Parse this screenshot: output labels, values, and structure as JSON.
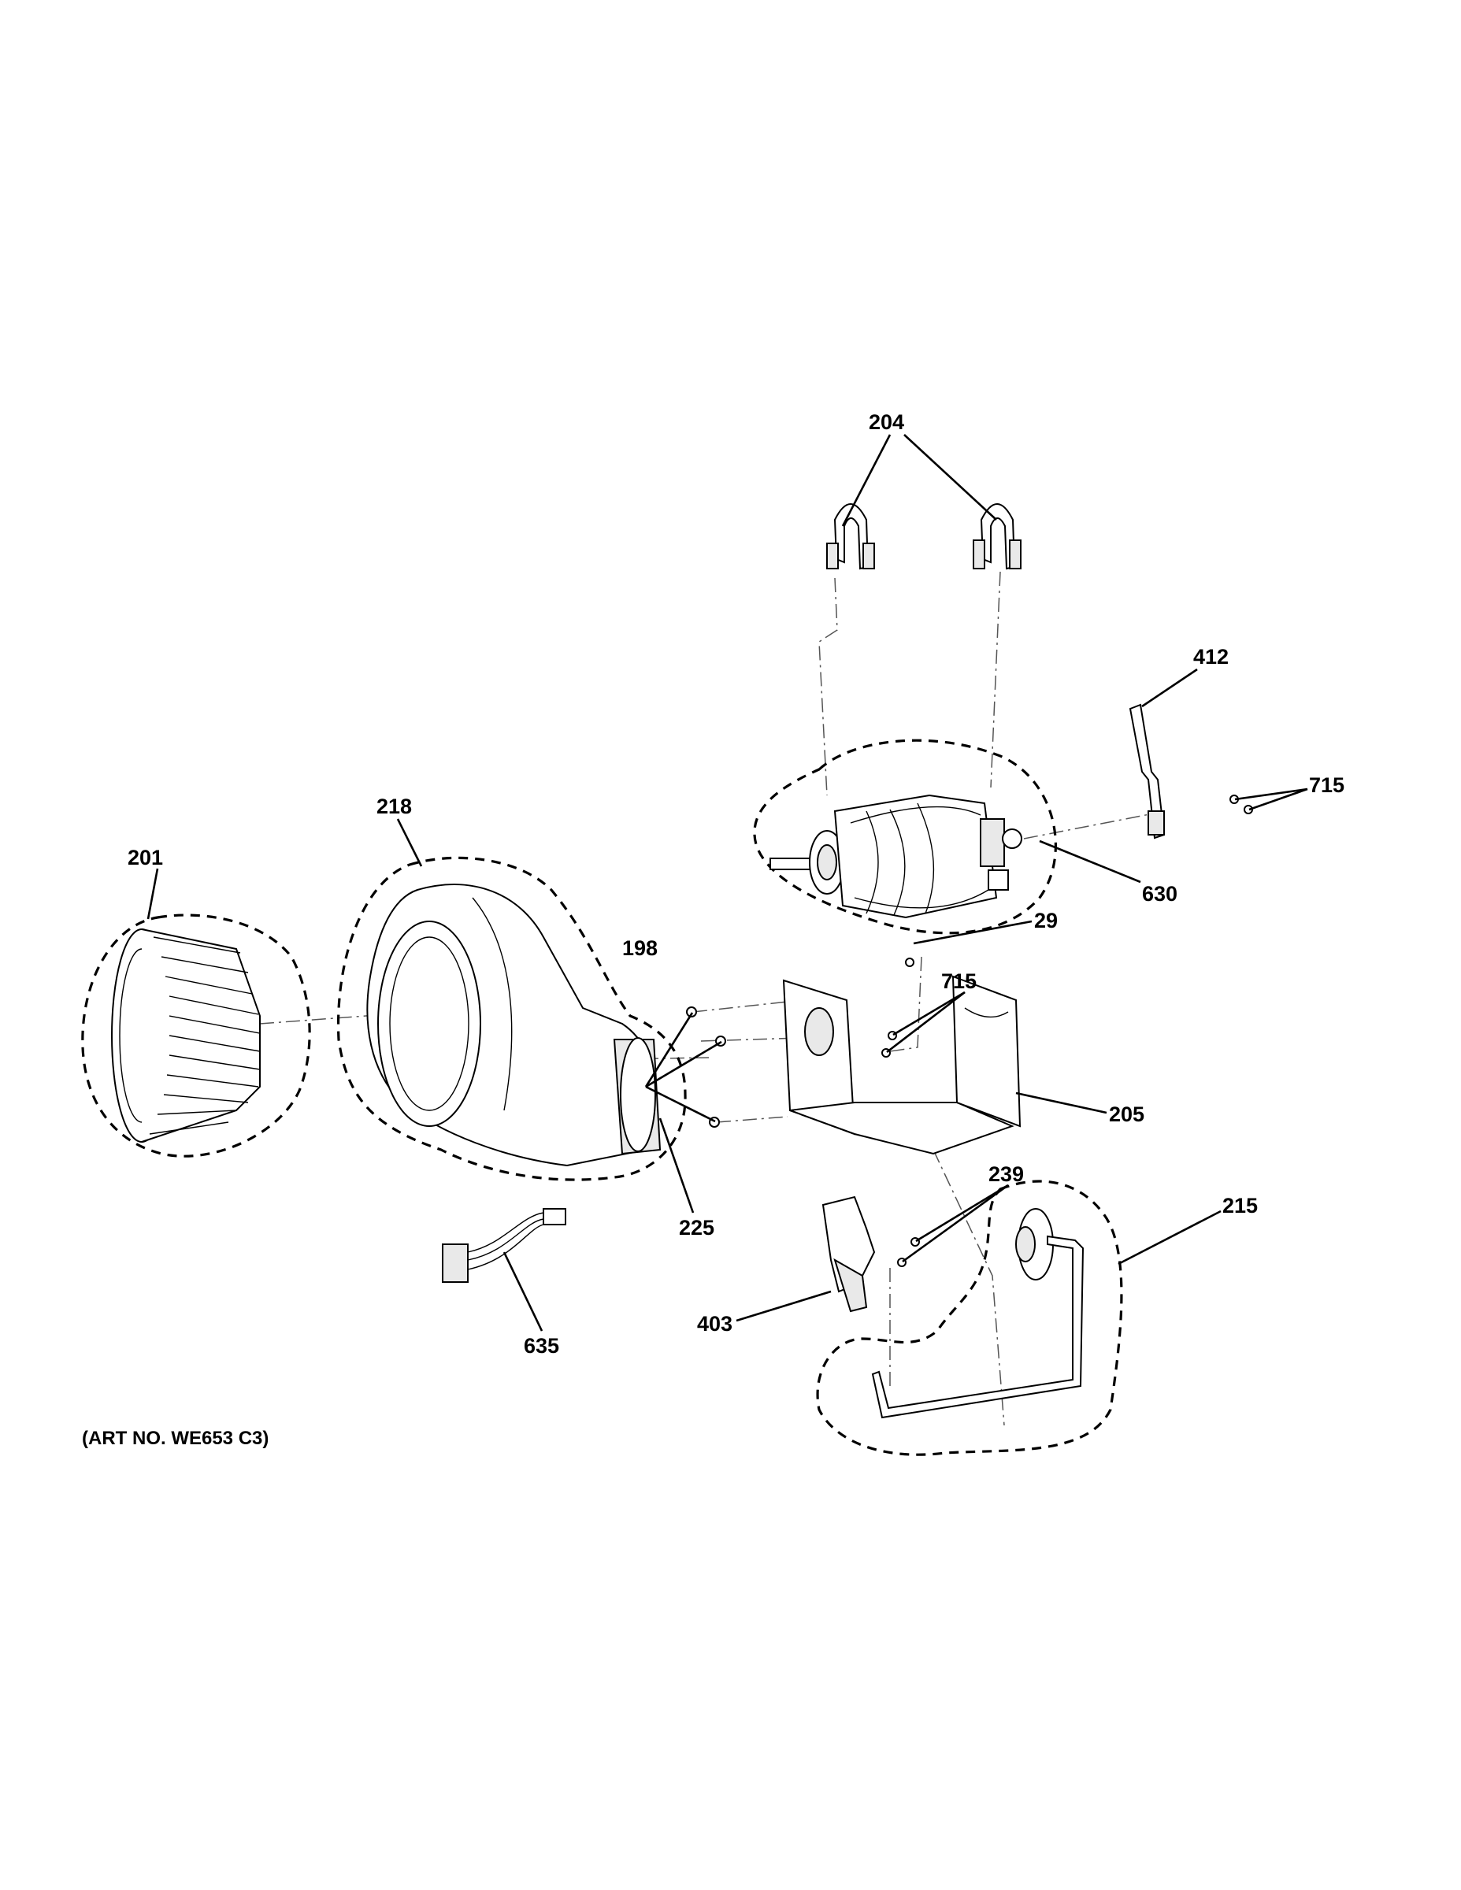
{
  "callouts": {
    "c204": "204",
    "c412": "412",
    "c715a": "715",
    "c218": "218",
    "c201": "201",
    "c630": "630",
    "c198": "198",
    "c29": "29",
    "c715b": "715",
    "c205": "205",
    "c239": "239",
    "c215": "215",
    "c225": "225",
    "c403": "403",
    "c635": "635"
  },
  "art_number": "(ART NO. WE653 C3)"
}
